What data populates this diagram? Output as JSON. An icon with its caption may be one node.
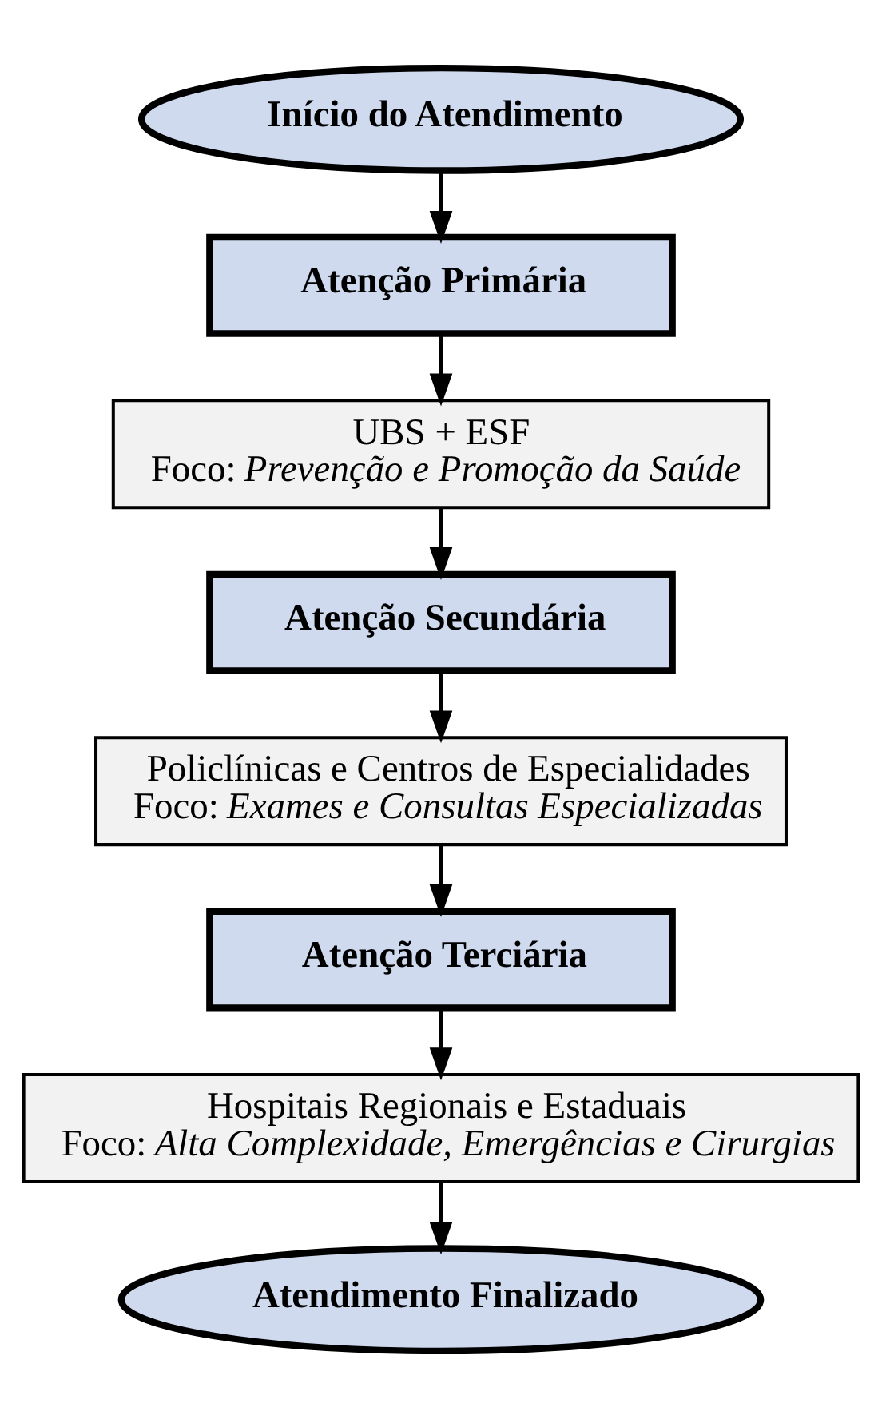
{
  "diagram": {
    "nodes": [
      {
        "text": [
          "Início do Atendimento"
        ]
      },
      {
        "text": [
          "Atenção Primária"
        ]
      },
      {
        "text": [
          "UBS + ESF",
          "Foco: *Prevenção e Promoção da Saúde*"
        ]
      },
      {
        "text": [
          "Atenção Secundária"
        ]
      },
      {
        "text": [
          "Policlínicas e Centros de Especialidades",
          "Foco: *Exames e Consultas Especializadas*"
        ]
      },
      {
        "text": [
          "Atenção Terciária"
        ]
      },
      {
        "text": [
          "Hospitais Regionais e Estaduais",
          "Foco: *Alta Complexidade, Emergências e Cirurgias*"
        ]
      },
      {
        "text": [
          "Atendimento Finalizado"
        ]
      }
    ],
    "edges": [
      {
        "from": 0,
        "to": 1,
        "arrow": "to"
      },
      {
        "from": 1,
        "to": 2,
        "arrow": "to"
      },
      {
        "from": 2,
        "to": 3,
        "arrow": "to"
      },
      {
        "from": 3,
        "to": 4,
        "arrow": "to"
      },
      {
        "from": 4,
        "to": 5,
        "arrow": "to"
      },
      {
        "from": 5,
        "to": 6,
        "arrow": "to"
      },
      {
        "from": 6,
        "to": 7,
        "arrow": "to"
      }
    ]
  }
}
